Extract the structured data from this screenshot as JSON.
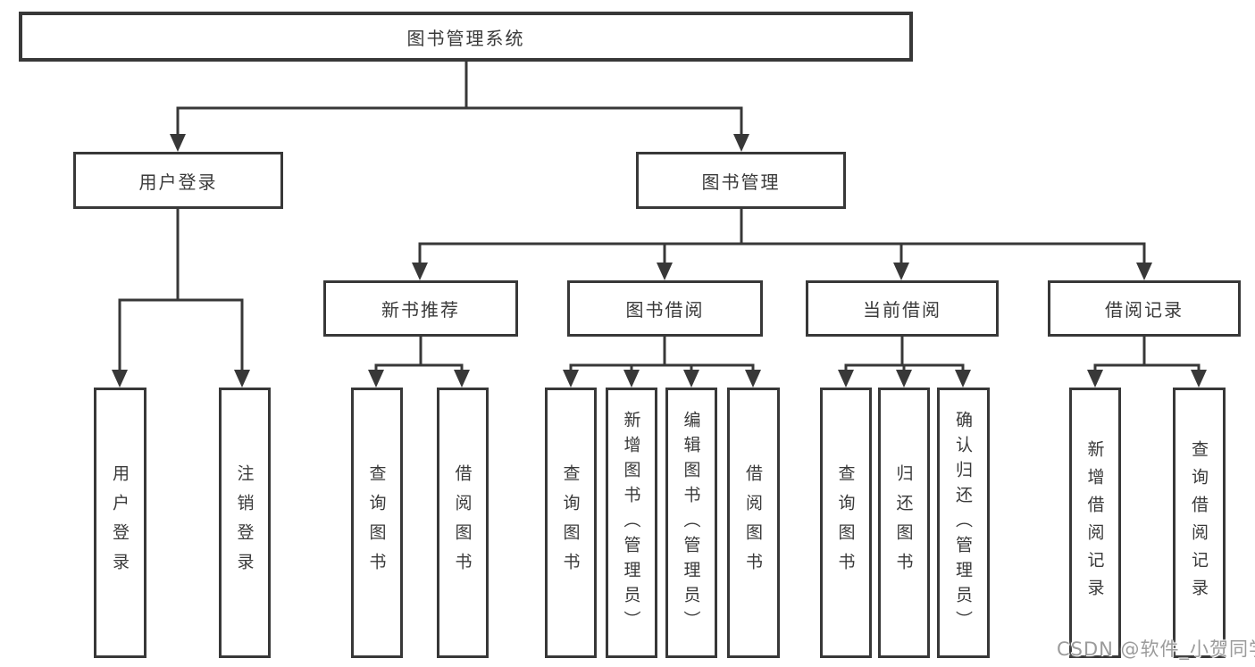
{
  "diagram": {
    "title_node": "图书管理系统",
    "branches": [
      {
        "label": "用户登录",
        "children": [
          "用户登录",
          "注销登录"
        ]
      },
      {
        "label": "图书管理",
        "children": [
          {
            "label": "新书推荐",
            "children": [
              "查询图书",
              "借阅图书"
            ]
          },
          {
            "label": "图书借阅",
            "children": [
              "查询图书",
              "新增图书（管理员）",
              "编辑图书（管理员）",
              "借阅图书"
            ]
          },
          {
            "label": "当前借阅",
            "children": [
              "查询图书",
              "归还图书",
              "确认归还（管理员）"
            ]
          },
          {
            "label": "借阅记录",
            "children": [
              "新增借阅记录",
              "查询借阅记录"
            ]
          }
        ]
      }
    ],
    "colors": {
      "line": "#383838",
      "text": "#3a3a3a",
      "background": "#ffffff"
    }
  },
  "watermark": {
    "text": "CSDN @软件_小贺同学",
    "color": "#9b9b9b"
  }
}
